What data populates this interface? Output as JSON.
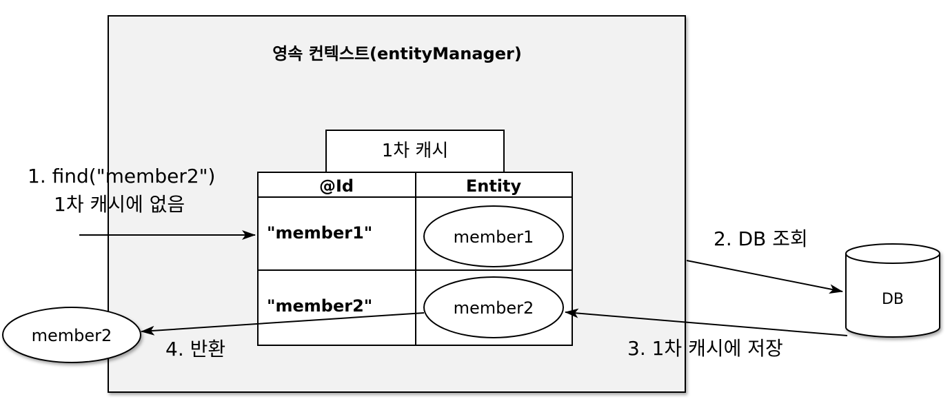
{
  "context": {
    "title": "영속 컨텍스트(entityManager)"
  },
  "cache": {
    "tab_label": "1차 캐시",
    "columns": [
      "@Id",
      "Entity"
    ],
    "rows": [
      {
        "id": "\"member1\"",
        "entity": "member1"
      },
      {
        "id": "\"member2\"",
        "entity": "member2"
      }
    ]
  },
  "steps": {
    "find_line1": "1. find(\"member2\")",
    "find_line2": "1차 캐시에 없음",
    "db_lookup": "2. DB 조회",
    "cache_store": "3. 1차 캐시에 저장",
    "return": "4. 반환"
  },
  "db": {
    "label": "DB"
  },
  "result": {
    "label": "member2"
  }
}
